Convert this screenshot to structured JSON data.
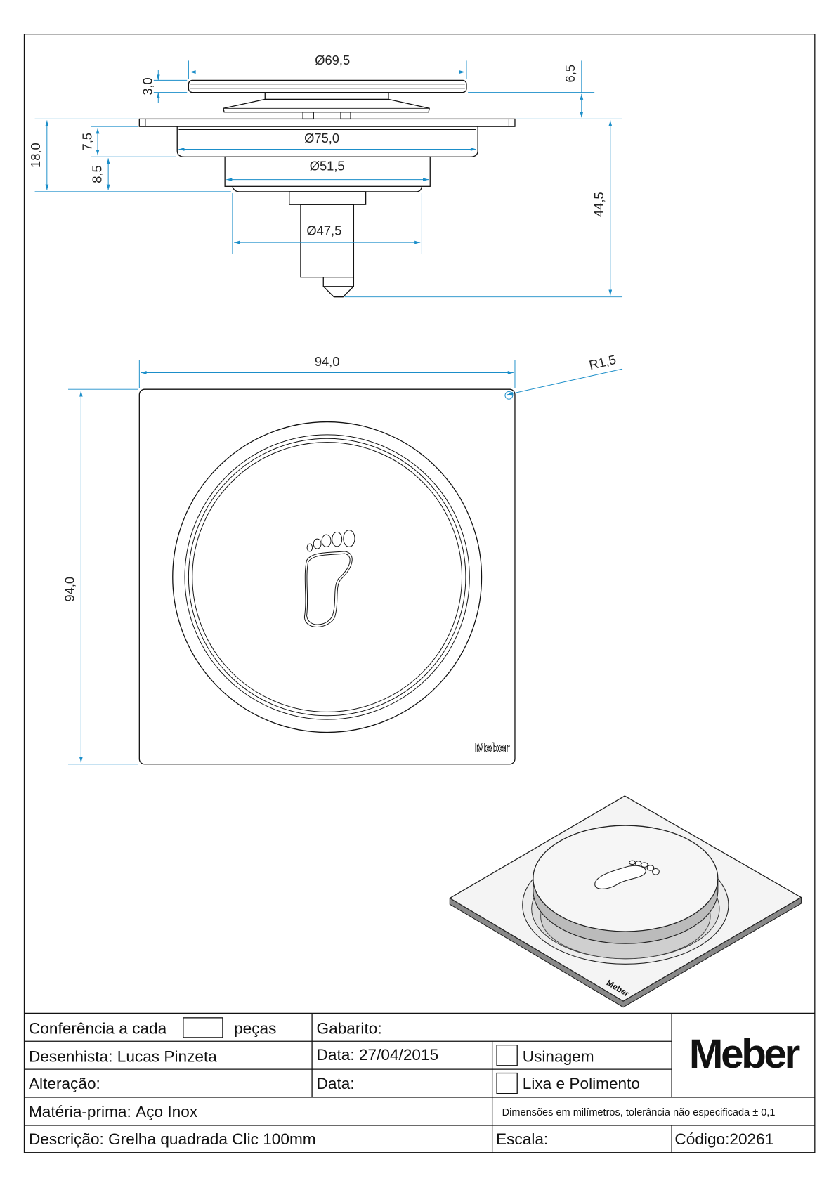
{
  "drawing": {
    "side_view": {
      "dims": {
        "cap_diameter": "Ø69,5",
        "cap_thickness": "3,0",
        "cap_height": "6,5",
        "flange_height": "18,0",
        "body_upper": "7,5",
        "body_lower": "8,5",
        "body_diameter": "Ø75,0",
        "neck_diameter": "Ø51,5",
        "bottom_diameter": "Ø47,5",
        "total_depth": "44,5"
      }
    },
    "plan_view": {
      "dims": {
        "width": "94,0",
        "height": "94,0",
        "corner_radius": "R1,5"
      },
      "brand_mark": "Meber"
    },
    "iso_view": {
      "brand_mark": "Meber"
    }
  },
  "title_block": {
    "conferencia_label": "Conferência a cada",
    "conferencia_value": "",
    "pecas_label": "peças",
    "gabarito_label": "Gabarito:",
    "desenhista_label": "Desenhista:",
    "desenhista_value": "Lucas Pinzeta",
    "data_label": "Data:",
    "data_value": "27/04/2015",
    "usinagem_label": "Usinagem",
    "alteracao_label": "Alteração:",
    "alteracao_data_label": "Data:",
    "lixa_label": "Lixa e Polimento",
    "materia_label": "Matéria-prima:",
    "materia_value": "Aço Inox",
    "note": "Dimensões em milímetros, tolerância não especificada ± 0,1",
    "descricao_label": "Descrição:",
    "descricao_value": "Grelha quadrada Clic 100mm",
    "escala_label": "Escala:",
    "codigo_label": "Código:",
    "codigo_value": "20261",
    "logo": "Meber"
  }
}
